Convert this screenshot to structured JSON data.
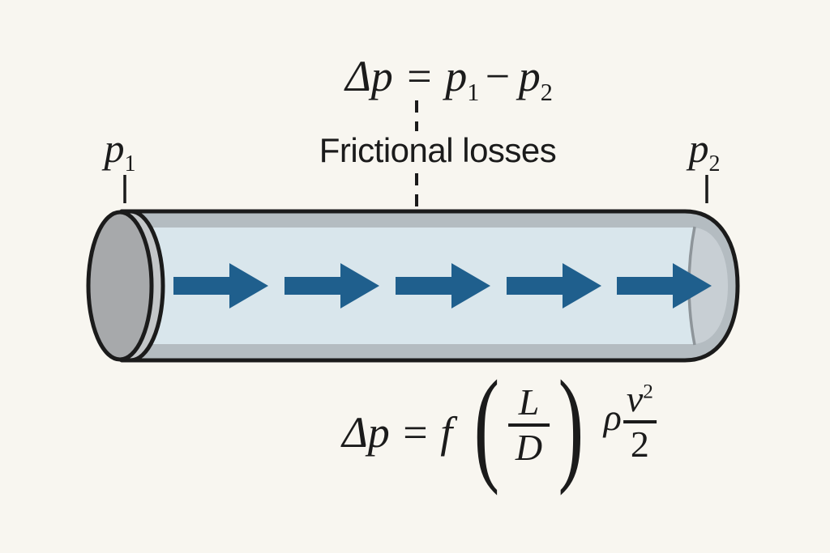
{
  "colors": {
    "background": "#f8f6f0",
    "outline": "#1b1b1b",
    "arrow_blue": "#1f5f8d",
    "fluid_light_blue": "#d9e6ec",
    "pipe_wall_gray": "#b4bcc1",
    "cap_face_gray": "#a7a9ab",
    "cap_rim_gray": "#c3c6c8",
    "end_interior_gray": "#c8cfd4",
    "interior_arc_gray": "#8e959a",
    "text": "#1b1b1b"
  },
  "annotations": {
    "friction_label": "Frictional losses",
    "inlet_pressure": {
      "base": "p",
      "sub": "1"
    },
    "outlet_pressure": {
      "base": "p",
      "sub": "2"
    }
  },
  "equations": {
    "pressure_drop": {
      "lhs": "Δp",
      "equals": "=",
      "p1_base": "p",
      "p1_sub": "1",
      "minus": "−",
      "p2_base": "p",
      "p2_sub": "2"
    },
    "darcy_weisbach": {
      "lhs": "Δp",
      "equals": "=",
      "friction_factor": "f",
      "open_paren": "(",
      "length_symbol": "L",
      "diameter_symbol": "D",
      "close_paren": ")",
      "density_symbol": "ρ",
      "velocity_symbol": "v",
      "velocity_exponent": "2",
      "half_denominator": "2"
    }
  },
  "diagram": {
    "flow_arrow_count": 5,
    "flow_direction": "left-to-right"
  }
}
